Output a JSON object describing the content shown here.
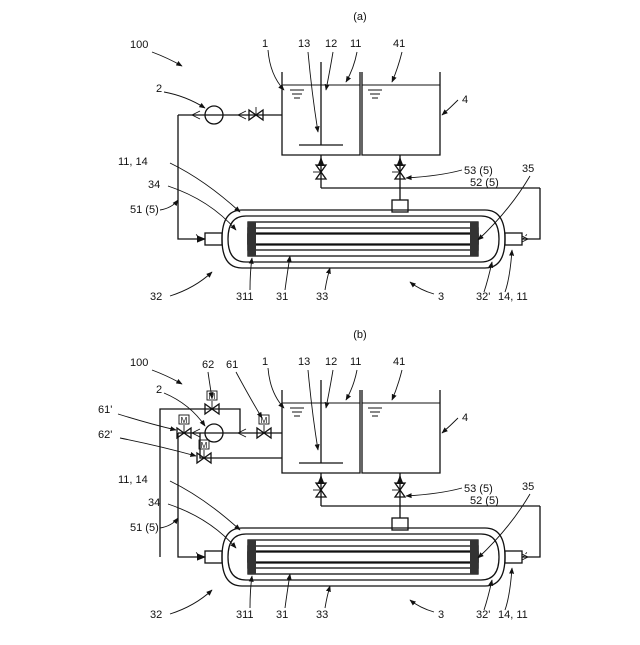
{
  "panels": [
    {
      "title": "(a)",
      "labels": {
        "system": "100",
        "pump": "2",
        "tank_part": "1",
        "stirrer": "13",
        "liquid": "12",
        "tank_space": "11",
        "second_space": "41",
        "second_tank": "4",
        "line_53": "53 (5)",
        "line_52": "52 (5)",
        "line_51": "51 (5)",
        "space_11_14": "11, 14",
        "cap_34": "34",
        "cap_35": "35",
        "port_32": "32",
        "core_311": "311",
        "tube_31": "31",
        "shell_33": "33",
        "module_3": "3",
        "port_32p": "32'",
        "space_14_11": "14, 11"
      }
    },
    {
      "title": "(b)",
      "labels": {
        "system": "100",
        "pump": "2",
        "tank_part": "1",
        "stirrer": "13",
        "liquid": "12",
        "tank_space": "11",
        "second_space": "41",
        "second_tank": "4",
        "line_53": "53 (5)",
        "line_52": "52 (5)",
        "line_51": "51 (5)",
        "space_11_14": "11, 14",
        "cap_34": "34",
        "cap_35": "35",
        "port_32": "32",
        "core_311": "311",
        "tube_31": "31",
        "shell_33": "33",
        "module_3": "3",
        "port_32p": "32'",
        "space_14_11": "14, 11",
        "valve_62": "62",
        "valve_61": "61",
        "valve_61p": "61'",
        "valve_62p": "62'",
        "motor_mark": "M"
      }
    }
  ]
}
